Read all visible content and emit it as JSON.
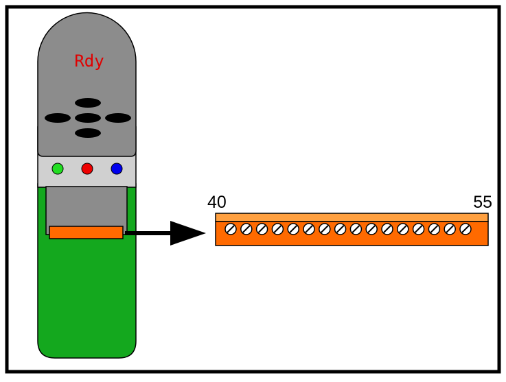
{
  "device": {
    "display_text": "Rdy",
    "display_color": "#e00000",
    "housing_color": "#8c8c8c",
    "panel_color": "#d0d0d0",
    "body_color": "#14a81e",
    "connector_color": "#ff6a00",
    "buttons": [
      "up-button",
      "left-button",
      "center-button",
      "right-button",
      "down-button"
    ],
    "leds": [
      {
        "name": "green-led",
        "color": "#22dd22"
      },
      {
        "name": "red-led",
        "color": "#ee0000"
      },
      {
        "name": "blue-led",
        "color": "#0000ee"
      }
    ]
  },
  "terminal_block": {
    "start_label": "40",
    "end_label": "55",
    "terminal_count": 16,
    "top_color": "#ffa040",
    "body_color": "#ff6a00"
  },
  "arrow": {
    "direction": "right",
    "color": "#000000"
  }
}
